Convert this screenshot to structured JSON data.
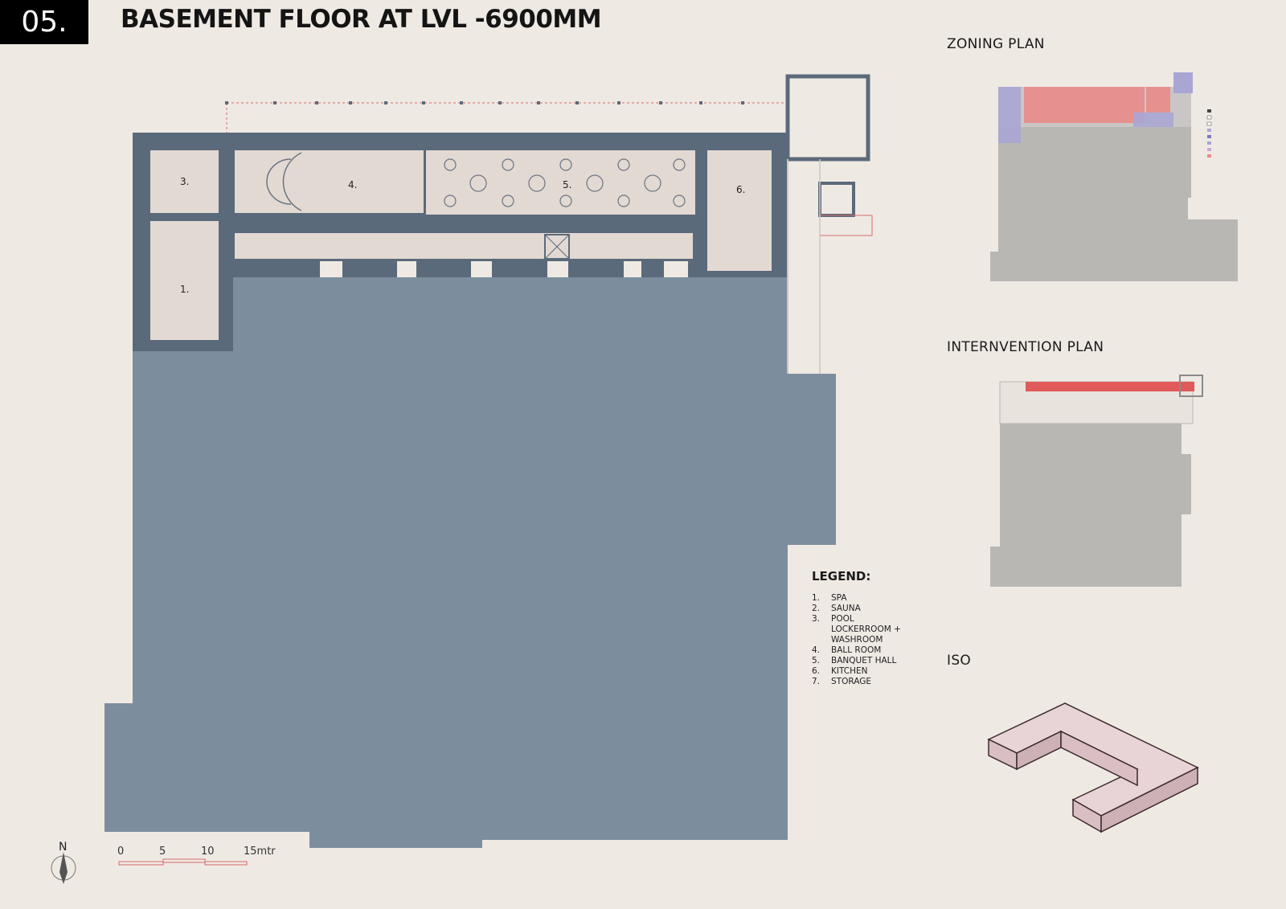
{
  "header": {
    "sheet_number": "05.",
    "title": "BASEMENT FLOOR AT LVL -6900MM"
  },
  "panels": {
    "zoning_title": "ZONING PLAN",
    "intervention_title": "INTERNVENTION PLAN",
    "iso_title": "ISO"
  },
  "rooms": [
    "1.",
    "3.",
    "4.",
    "5.",
    "6."
  ],
  "legend": {
    "title": "LEGEND:",
    "items": [
      {
        "num": "1.",
        "text": "SPA"
      },
      {
        "num": "2.",
        "text": "SAUNA"
      },
      {
        "num": "3.",
        "text": "POOL LOCKERROOM + WASHROOM"
      },
      {
        "num": "4.",
        "text": "BALL ROOM"
      },
      {
        "num": "5.",
        "text": "BANQUET HALL"
      },
      {
        "num": "6.",
        "text": "KITCHEN"
      },
      {
        "num": "7.",
        "text": "STORAGE"
      }
    ]
  },
  "scale_bar": {
    "north": "N",
    "labels": [
      "0",
      "5",
      "10",
      "15mtr"
    ]
  },
  "colors": {
    "background": "#efe9e4",
    "slab": "#7c8e9d",
    "wall": "#5b6a7a",
    "floor": "#e2d9d3",
    "zone_red": "#e98a8a",
    "zone_purple": "#a9a6d4",
    "grey_mass": "#b9b7b4",
    "iso_fill": "#e8d3d6",
    "iso_stroke": "#3a2a2c"
  }
}
